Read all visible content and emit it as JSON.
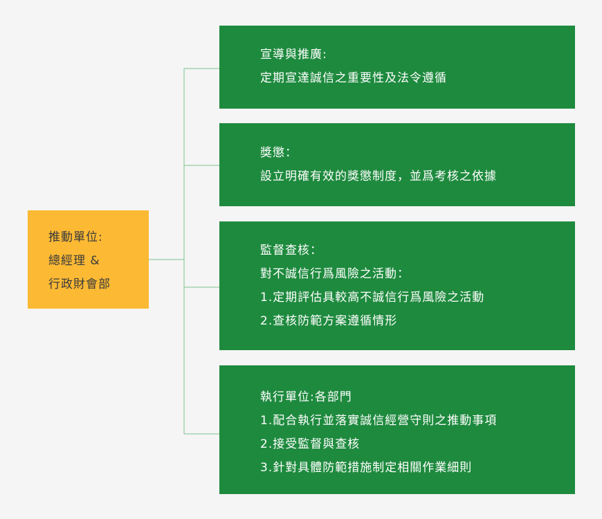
{
  "root": {
    "lines": [
      "推動單位:",
      "總經理 &",
      "行政財會部"
    ]
  },
  "branches": [
    {
      "lines": [
        "宣導與推廣:",
        "定期宣達誠信之重要性及法令遵循"
      ]
    },
    {
      "lines": [
        "獎懲：",
        "設立明確有效的獎懲制度，並爲考核之依據"
      ]
    },
    {
      "lines": [
        "監督查核：",
        "對不誠信行爲風險之活動：",
        "1.定期評估具較高不誠信行爲風險之活動",
        "2.查核防範方案遵循情形"
      ]
    },
    {
      "lines": [
        "執行單位:各部門",
        "1.配合執行並落實誠信經營守則之推動事項",
        "2.接受監督與查核",
        "3.針對具體防範措施制定相關作業細則"
      ]
    }
  ],
  "colors": {
    "root_fill": "#fbb934",
    "branch_fill": "#1e8a3e",
    "connector": "#7cc18c",
    "background": "#f5f5f5"
  }
}
